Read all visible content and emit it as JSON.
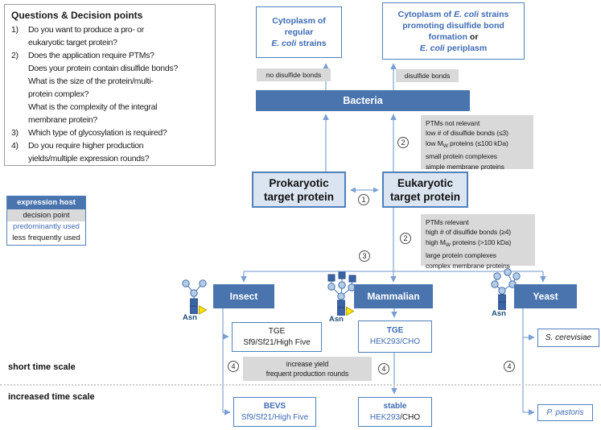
{
  "questions": {
    "title": "Questions & Decision points",
    "rows": [
      {
        "num": "1)",
        "text": "Do you want to produce a pro- or"
      },
      {
        "num": "",
        "text": "eukaryotic target protein?"
      },
      {
        "num": "2)",
        "text": "Does the application require PTMs?"
      },
      {
        "num": "",
        "text": "Does your protein contain disulfide bonds?"
      },
      {
        "num": "",
        "text": "What is the size of the protein/multi-"
      },
      {
        "num": "",
        "text": "protein complex?"
      },
      {
        "num": "",
        "text": "What is the complexity of the integral"
      },
      {
        "num": "",
        "text": "membrane protein?"
      },
      {
        "num": "3)",
        "text": "Which type of glycosylation is required?"
      },
      {
        "num": "4)",
        "text": "Do you require higher production"
      },
      {
        "num": "",
        "text": "yields/multiple expression rounds?"
      }
    ]
  },
  "legend": {
    "expression_host": "expression host",
    "decision_point": "decision point",
    "predominantly": "predominantly used",
    "less_frequently": "less frequently used"
  },
  "outcome_left": {
    "l1": "Cytoplasm of",
    "l2": "regular",
    "l3a": "E. coli",
    "l3b": " strains"
  },
  "outcome_right": {
    "l1a": "Cytoplasm of ",
    "l1b": "E. coli",
    "l1c": " strains",
    "l2": "promoting disulfide bond",
    "l3a": "formation ",
    "l3b": "or",
    "l4a": "E. coli",
    "l4b": " periplasm"
  },
  "edge_labels": {
    "no_disulfide": "no disulfide bonds",
    "disulfide": "disulfide bonds"
  },
  "hosts": {
    "bacteria": "Bacteria",
    "insect": "Insect",
    "mammalian": "Mammalian",
    "yeast": "Yeast"
  },
  "targets": {
    "pro_l1": "Prokaryotic",
    "pro_l2": "target protein",
    "euk_l1": "Eukaryotic",
    "euk_l2": "target protein"
  },
  "criteria_top": {
    "l1": "PTMs not relevant",
    "l2": "low # of disulfide bonds (≤3)",
    "l3a": "low M",
    "l3b": "W",
    "l3c": " proteins (≤100 kDa)",
    "l4": "small protein complexes",
    "l5": "simple membrane proteins"
  },
  "criteria_bottom": {
    "l1": "PTMs relevant",
    "l2": "high # of disulfide bonds (≥4)",
    "l3a": "high M",
    "l3b": "W",
    "l3c": " proteins (>100 kDa)",
    "l4": "large protein complexes",
    "l5": "complex membrane proteins"
  },
  "decisions": {
    "d1": "1",
    "d2": "2",
    "d3": "3",
    "d4": "4"
  },
  "systems": {
    "insect_tge_l1": "TGE",
    "insect_tge_l2": "Sf9/Sf21/High Five",
    "mam_tge_l1": "TGE",
    "mam_tge_l2": "HEK293/CHO",
    "bevs_l1": "BEVS",
    "bevs_l2": "Sf9/Sf21/High Five",
    "stable_l1": "stable",
    "stable_l2a": "HEK293",
    "stable_l2b": "/CHO",
    "s_cerevisiae": "S. cerevisiae",
    "p_pastoris": "P. pastoris"
  },
  "yield_note": {
    "l1": "increase yield",
    "l2": "frequent production rounds"
  },
  "timescale": {
    "short": "short time scale",
    "increased": "increased time scale"
  },
  "glycans": {
    "asn": "Asn"
  },
  "colors": {
    "accent_blue": "#4a74ae",
    "box_border": "#4f81bd",
    "light_fill": "#dbe5f1",
    "gray_fill": "#d9d9d9",
    "blue_text": "#3e6bb4",
    "line_blue": "#8aabd6",
    "navy_text": "#1f4e79",
    "glycan_circle": "#b5cce6",
    "glycan_square": "#3a64a8",
    "fucose_yellow": "#ffe600"
  }
}
